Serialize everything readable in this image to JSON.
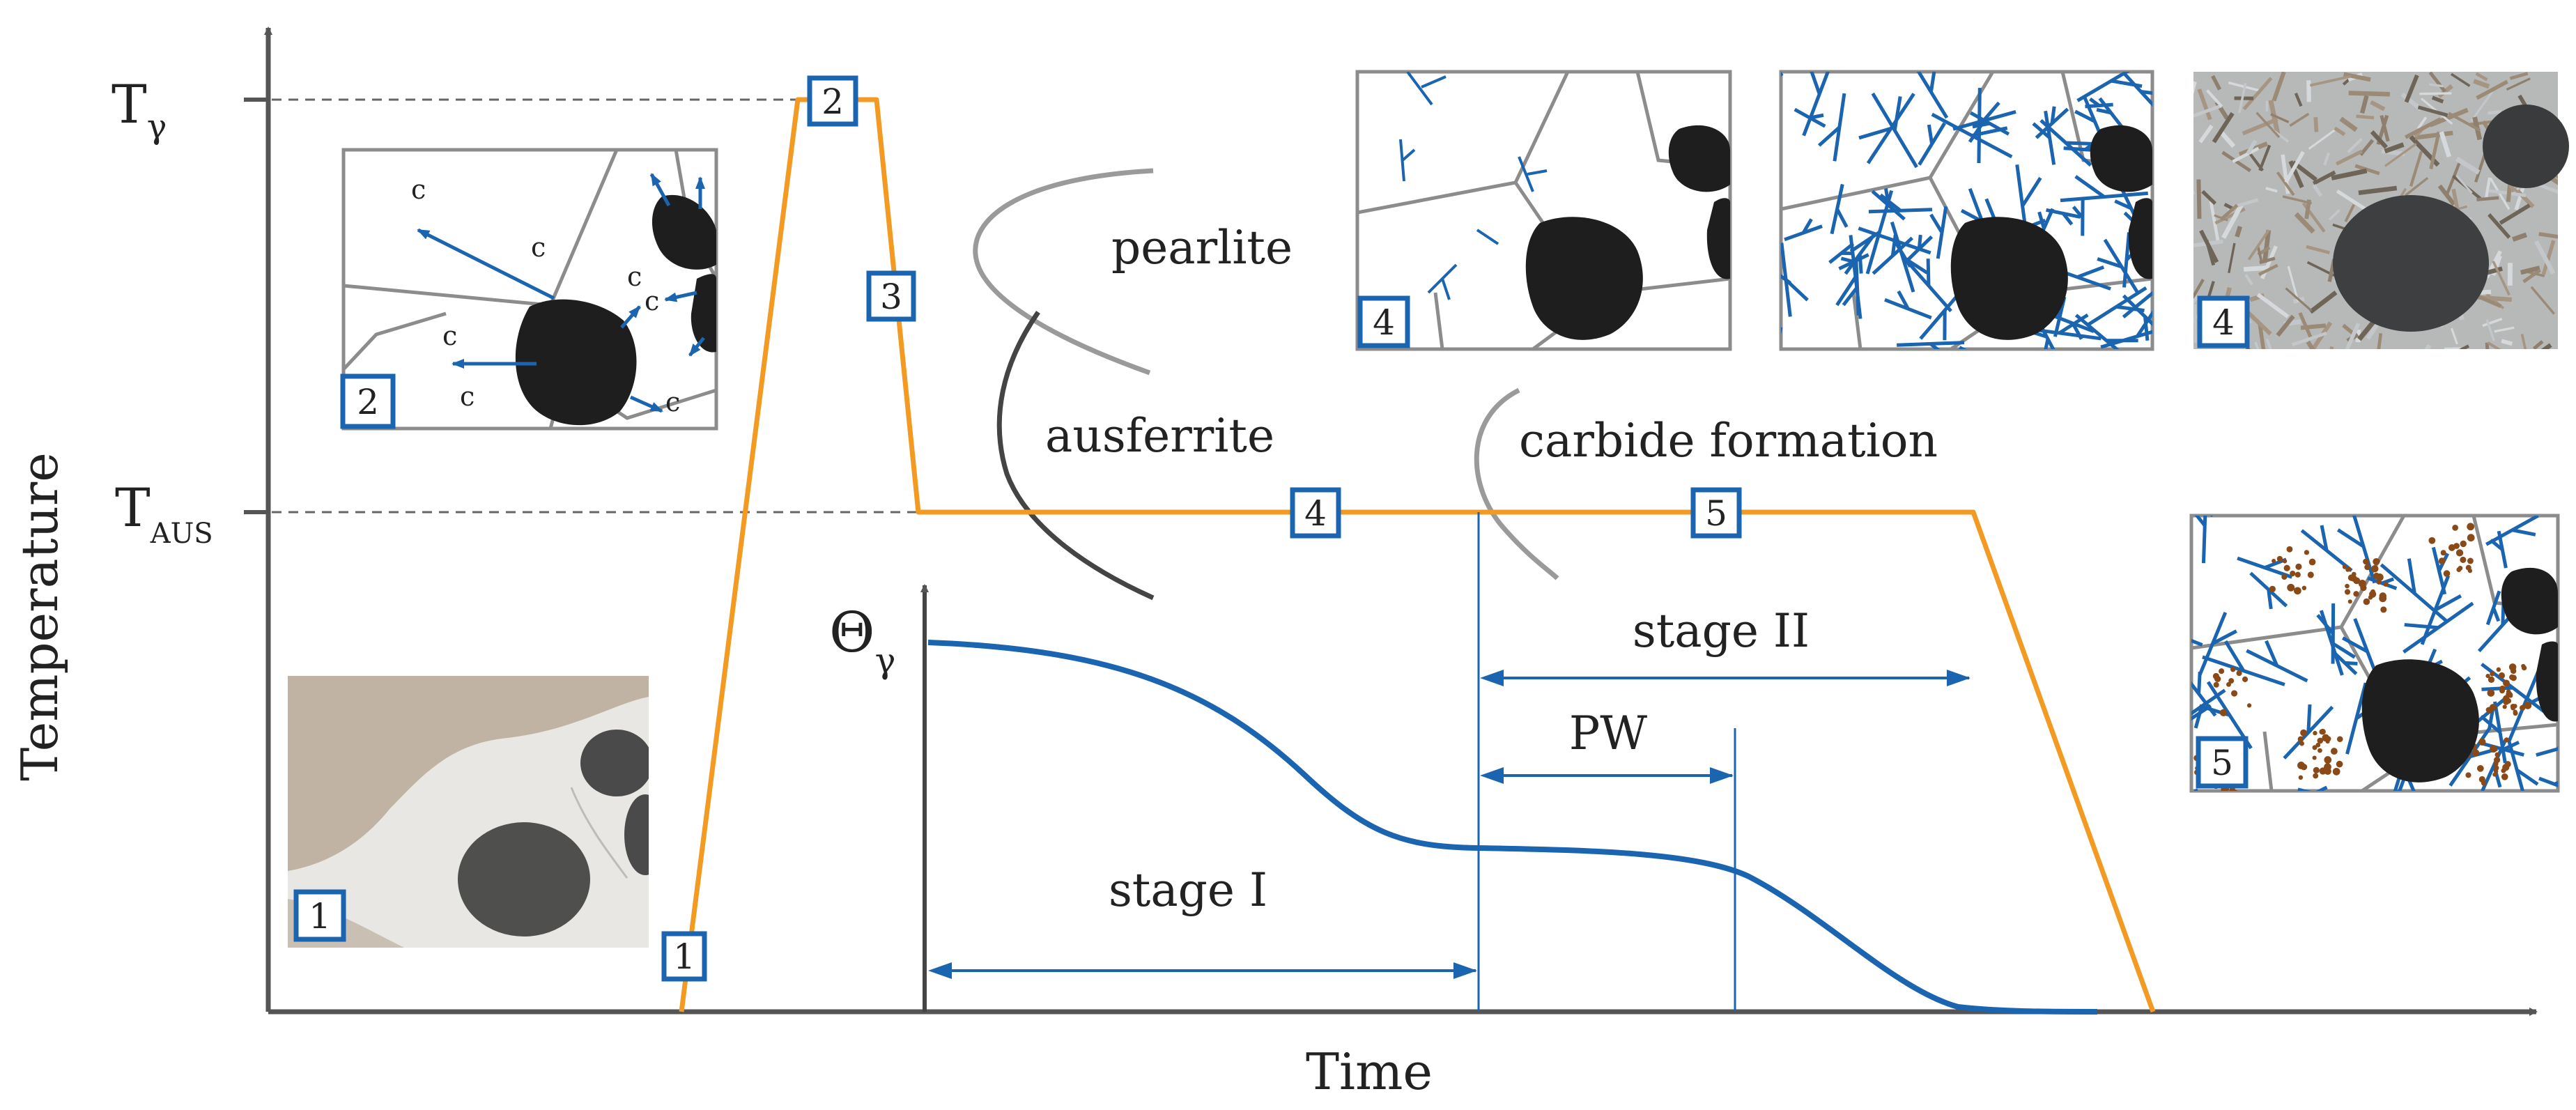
{
  "axes": {
    "x_label": "Time",
    "y_label": "Temperature",
    "y_ticks": [
      {
        "base": "T",
        "sub": "γ"
      },
      {
        "base": "T",
        "sub": "AUS"
      }
    ],
    "theta": {
      "base": "Θ",
      "sub": "γ"
    }
  },
  "regions": {
    "pearlite": "pearlite",
    "ausferrite": "ausferrite",
    "carbide_formation": "carbide formation"
  },
  "stages": {
    "stage_1": "stage I",
    "stage_2": "stage II",
    "process_window": "PW"
  },
  "steps": [
    "1",
    "2",
    "3",
    "4",
    "5"
  ],
  "micro_labels": {
    "carbon": "c"
  },
  "colors": {
    "temperature_profile": "#f39a22",
    "austenite_curve": "#1a64b0",
    "step_box": "#1a64b0",
    "c_curve": "#9a9a9a",
    "c_curve_dark": "#444444",
    "carbide": "#8a4a18",
    "graphite": "#1e1e1e",
    "grain_boundary": "#8c8c8c"
  },
  "icons": {
    "graphite_nodule": "graphite-nodule-icon",
    "ferrite_needles": "ferrite-needle-icon",
    "carbon_diffusion": "carbon-diffusion-arrow-icon"
  }
}
